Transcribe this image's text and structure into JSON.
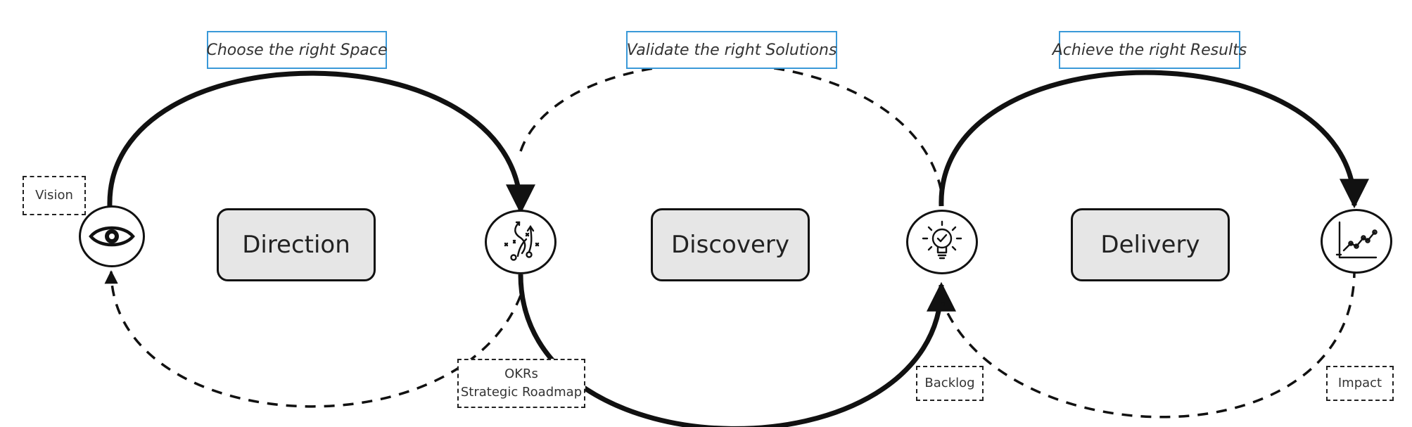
{
  "phases": [
    {
      "label": "Choose the right Space"
    },
    {
      "label": "Validate the right Solutions"
    },
    {
      "label": "Achieve the right Results"
    }
  ],
  "stages": [
    {
      "label": "Direction"
    },
    {
      "label": "Discovery"
    },
    {
      "label": "Delivery"
    }
  ],
  "notes": {
    "vision": "Vision",
    "okrs": "OKRs",
    "roadmap": "Strategic Roadmap",
    "backlog": "Backlog",
    "impact": "Impact"
  },
  "icons": {
    "node1": "eye-icon",
    "node2": "strategy-play-icon",
    "node3": "lightbulb-check-icon",
    "node4": "line-chart-icon"
  },
  "colors": {
    "label_border": "#3a99d8",
    "stage_fill": "#e6e6e6",
    "line": "#111111"
  }
}
